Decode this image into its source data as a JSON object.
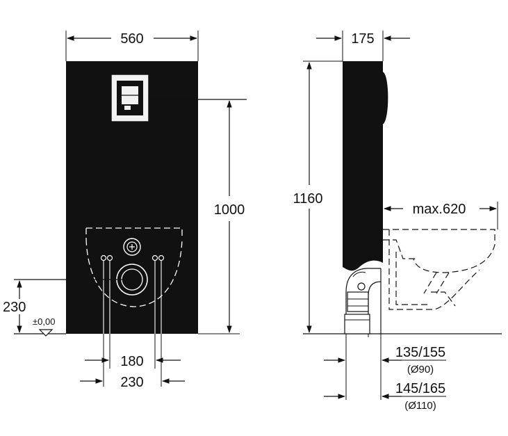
{
  "front_view": {
    "width_label": "560",
    "height_label": "1000",
    "floor_height_label": "230",
    "floor_level_label": "±0,00",
    "pipe_spacing_inner_label": "180",
    "pipe_spacing_outer_label": "230"
  },
  "side_view": {
    "depth_label": "175",
    "height_label": "1160",
    "projection_label": "max.620",
    "drain_offset_1_label": "135/155",
    "drain_diameter_1_label": "(Ø90)",
    "drain_offset_2_label": "145/165",
    "drain_diameter_2_label": "(Ø110)"
  }
}
